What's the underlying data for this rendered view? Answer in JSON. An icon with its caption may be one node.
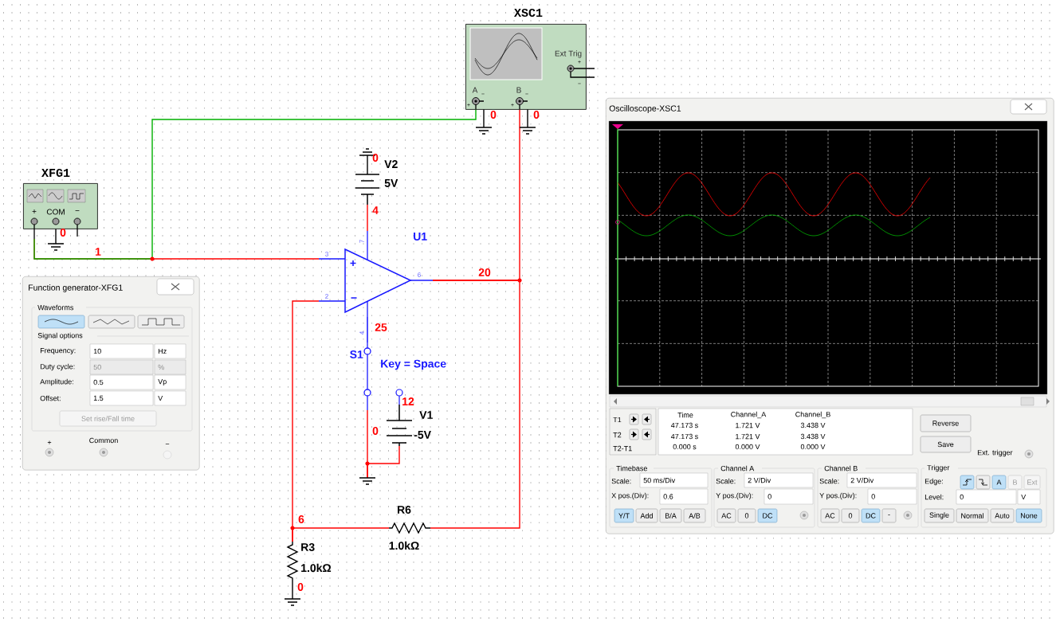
{
  "diagram": {
    "nodes": [
      {
        "text": [
          "XSC1",
          "Ext Trig",
          "+",
          "−",
          "A",
          "+",
          "−",
          "B",
          "+",
          "−"
        ]
      },
      {
        "text": [
          "XFG1",
          "+",
          "COM",
          "−"
        ]
      },
      {
        "text": [
          "V2",
          "5V"
        ]
      },
      {
        "text": [
          "U1",
          "+",
          "−",
          "3",
          "2",
          "7",
          "4",
          "6"
        ]
      },
      {
        "text": [
          "Function generator-XFG1",
          "Waveforms",
          "Signal options",
          "Frequency:",
          "10",
          "Hz",
          "Duty cycle:",
          "50",
          "%",
          "Amplitude:",
          "0.5",
          "Vp",
          "Offset:",
          "1.5",
          "V",
          "Set rise/Fall time",
          "+",
          "Common",
          "−"
        ]
      },
      {
        "text": [
          "Oscilloscope-XSC1",
          "T1",
          "T2",
          "T2-T1",
          "Time",
          "Channel_A",
          "Channel_B",
          "47.173 s",
          "1.721 V",
          "3.438 V",
          "47.173 s",
          "1.721 V",
          "3.438 V",
          "0.000 s",
          "0.000 V",
          "0.000 V",
          "Reverse",
          "Save",
          "Ext. trigger",
          "Timebase",
          "Scale:",
          "50 ms/Div",
          "X pos.(Div):",
          "0.6",
          "Y/T",
          "Add",
          "B/A",
          "A/B",
          "Channel A",
          "Scale:",
          "2 V/Div",
          "Y pos.(Div):",
          "0",
          "AC",
          "0",
          "DC",
          "Channel B",
          "Scale:",
          "2 V/Div",
          "Y pos.(Div):",
          "0",
          "AC",
          "0",
          "DC",
          "-",
          "Trigger",
          "Edge:",
          "A",
          "B",
          "Ext",
          "Level:",
          "0",
          "V",
          "Single",
          "Normal",
          "Auto",
          "None"
        ]
      },
      {
        "text": [
          "S1",
          "Key = Space"
        ]
      },
      {
        "text": [
          "V1",
          "-5V"
        ]
      },
      {
        "text": [
          "R6",
          "1.0kΩ"
        ]
      },
      {
        "text": [
          "R3",
          "1.0kΩ"
        ]
      },
      {
        "text": [],
        "shape": "ground"
      },
      {
        "text": [],
        "shape": "ground"
      },
      {
        "text": [],
        "shape": "ground"
      },
      {
        "text": [],
        "shape": "ground"
      },
      {
        "text": [],
        "shape": "ground"
      },
      {
        "text": [],
        "shape": "ground"
      }
    ],
    "edges": [
      {
        "from": 1,
        "to": 3,
        "arrow": "none",
        "label": "1"
      },
      {
        "from": 1,
        "to": 0,
        "arrow": "none",
        "color": "#00b000"
      },
      {
        "from": 3,
        "to": 0,
        "arrow": "none"
      },
      {
        "from": 3,
        "to": 8,
        "arrow": "none",
        "label": "20"
      },
      {
        "from": 2,
        "to": 3,
        "arrow": "none",
        "label": "4"
      },
      {
        "from": 3,
        "to": 6,
        "arrow": "none",
        "label": "25",
        "color": "#0000ff"
      },
      {
        "from": 6,
        "to": 13,
        "arrow": "none",
        "label": "0"
      },
      {
        "from": 7,
        "to": 13,
        "arrow": "none"
      },
      {
        "from": 8,
        "to": 9,
        "arrow": "none",
        "label": "6"
      },
      {
        "from": 3,
        "to": 9,
        "arrow": "none"
      },
      {
        "from": 9,
        "to": 11,
        "arrow": "none",
        "label": "0",
        "color": "#000000"
      },
      {
        "from": 1,
        "to": 10,
        "arrow": "none",
        "label": "0",
        "color": "#000000"
      },
      {
        "from": 2,
        "to": 12,
        "arrow": "none",
        "label": "0",
        "color": "#000000"
      },
      {
        "from": 0,
        "to": 14,
        "arrow": "none",
        "label": "0",
        "color": "#000000"
      },
      {
        "from": 0,
        "to": 15,
        "arrow": "none",
        "label": "0",
        "color": "#000000"
      }
    ],
    "labels": [
      "12"
    ]
  }
}
